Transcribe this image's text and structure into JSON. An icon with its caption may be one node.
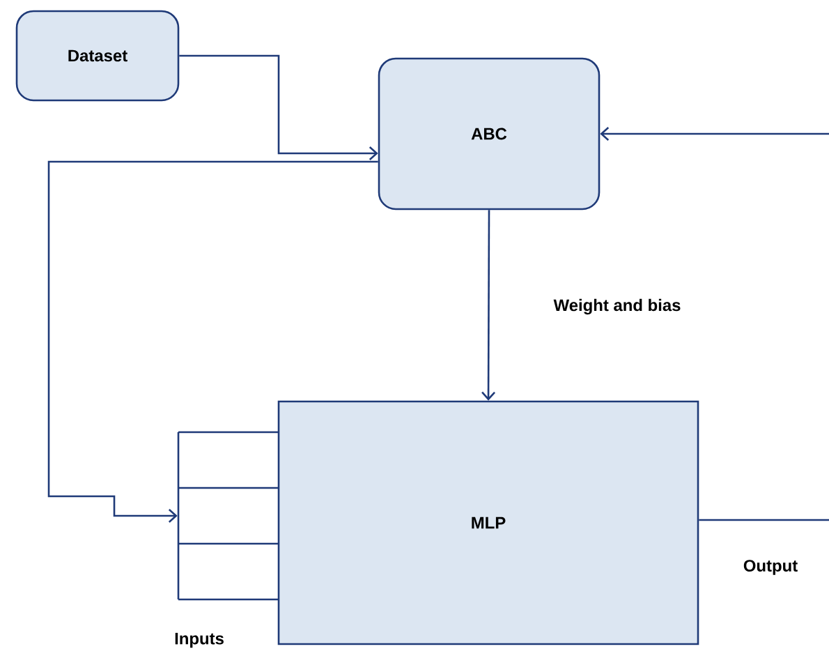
{
  "diagram": {
    "nodes": [
      {
        "text": [
          "Dataset"
        ]
      },
      {
        "text": [
          "ABC"
        ]
      },
      {
        "text": [
          "MLP"
        ]
      },
      {
        "text": [
          "Inputs"
        ]
      }
    ],
    "edges": [
      {
        "from": 0,
        "to": 1,
        "arrow": "to"
      },
      {
        "from": 1,
        "to": 2,
        "arrow": "to",
        "label": "Weight and bias"
      },
      {
        "from": 2,
        "to": 1,
        "arrow": "to",
        "label": "Output"
      },
      {
        "from": 1,
        "to": 3,
        "arrow": "to"
      }
    ]
  }
}
